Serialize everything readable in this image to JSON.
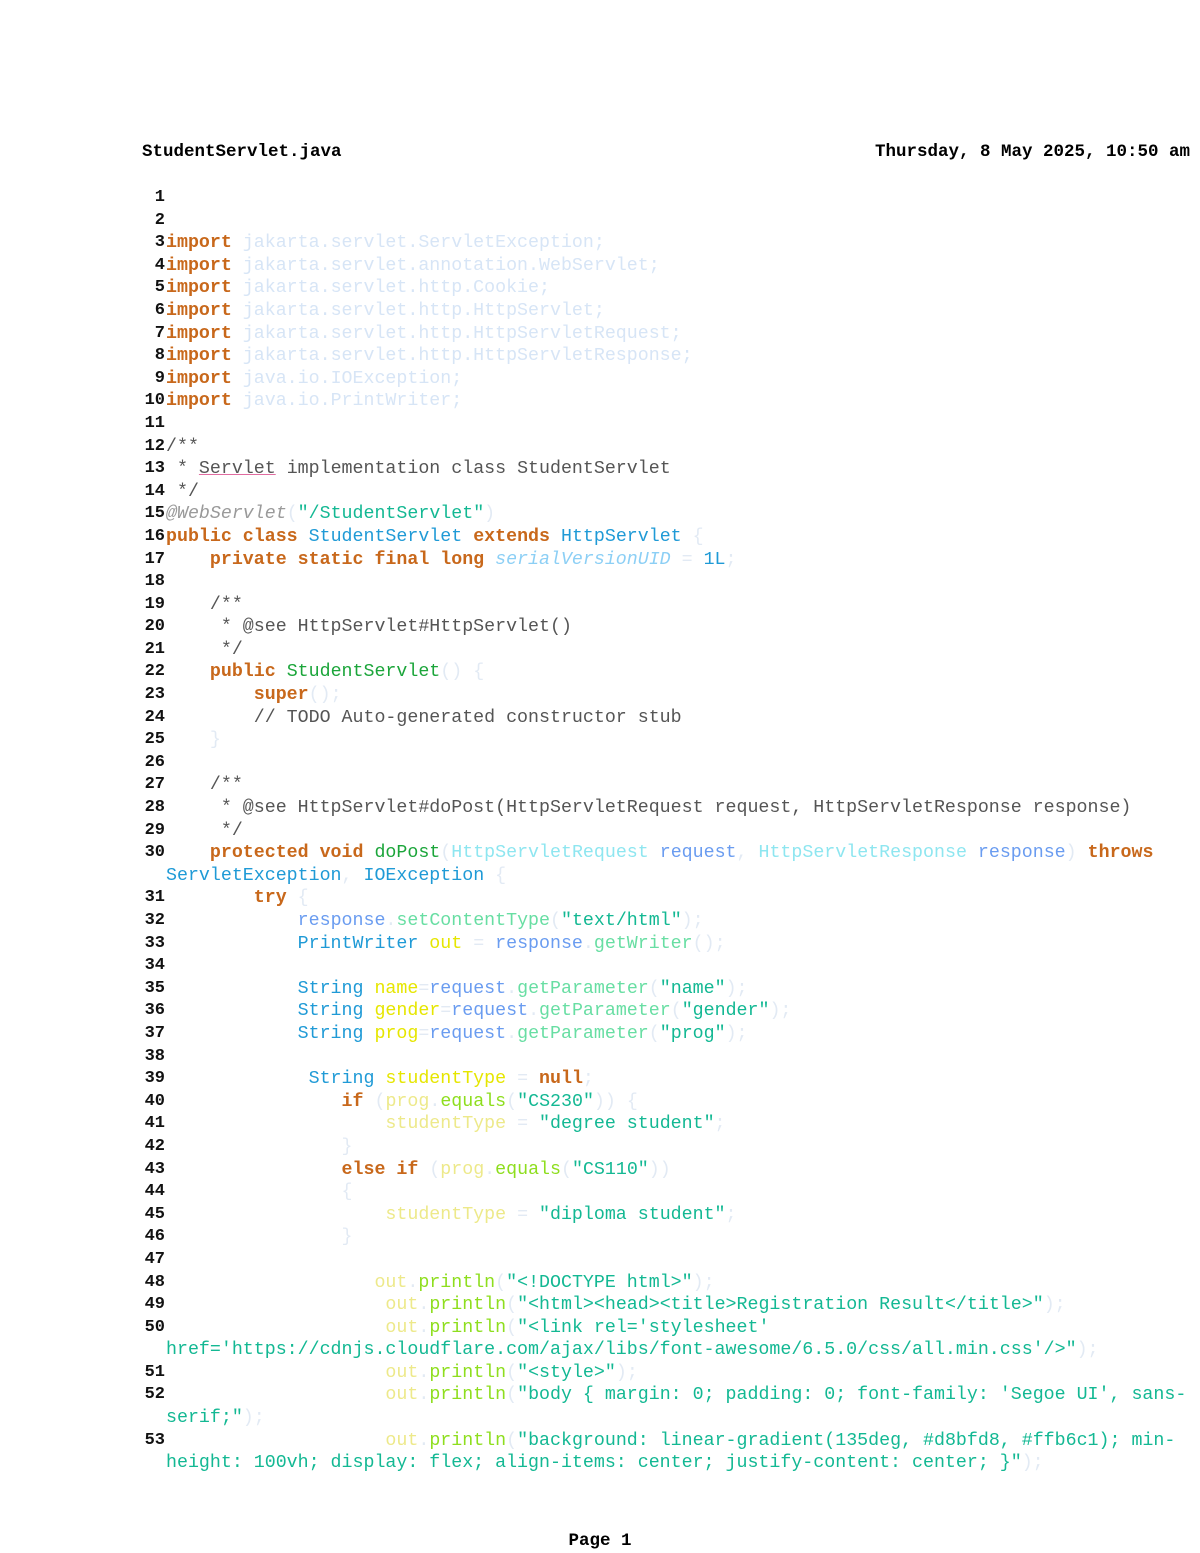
{
  "header": {
    "filename": "StudentServlet.java",
    "datetime": "Thursday, 8 May 2025, 10:50 am"
  },
  "footer": {
    "page": "Page 1"
  },
  "colors": {
    "keyword": "#c8681b",
    "type": "#1f9ad6",
    "string": "#13b893",
    "comment": "#555555"
  },
  "lines": [
    {
      "n": "1",
      "t": []
    },
    {
      "n": "2",
      "t": []
    },
    {
      "n": "3",
      "t": [
        [
          "import",
          "kw"
        ],
        [
          " jakarta.servlet.ServletException;",
          "imp"
        ]
      ]
    },
    {
      "n": "4",
      "t": [
        [
          "import",
          "kw"
        ],
        [
          " jakarta.servlet.annotation.WebServlet;",
          "imp"
        ]
      ]
    },
    {
      "n": "5",
      "t": [
        [
          "import",
          "kw"
        ],
        [
          " jakarta.servlet.http.Cookie;",
          "imp"
        ]
      ]
    },
    {
      "n": "6",
      "t": [
        [
          "import",
          "kw"
        ],
        [
          " jakarta.servlet.http.HttpServlet;",
          "imp"
        ]
      ]
    },
    {
      "n": "7",
      "t": [
        [
          "import",
          "kw"
        ],
        [
          " jakarta.servlet.http.HttpServletRequest;",
          "imp"
        ]
      ]
    },
    {
      "n": "8",
      "t": [
        [
          "import",
          "kw"
        ],
        [
          " jakarta.servlet.http.HttpServletResponse;",
          "imp"
        ]
      ]
    },
    {
      "n": "9",
      "t": [
        [
          "import",
          "kw"
        ],
        [
          " java.io.IOException;",
          "imp"
        ]
      ]
    },
    {
      "n": "10",
      "t": [
        [
          "import",
          "kw"
        ],
        [
          " java.io.PrintWriter;",
          "imp"
        ]
      ]
    },
    {
      "n": "11",
      "t": []
    },
    {
      "n": "12",
      "t": [
        [
          "/**",
          "cm"
        ]
      ]
    },
    {
      "n": "13",
      "t": [
        [
          " * ",
          "cm"
        ],
        [
          "Servlet",
          "cmu"
        ],
        [
          " implementation class StudentServlet",
          "cm"
        ]
      ]
    },
    {
      "n": "14",
      "t": [
        [
          " */",
          "cm"
        ]
      ]
    },
    {
      "n": "15",
      "t": [
        [
          "@WebServlet",
          "an"
        ],
        [
          "(",
          "p"
        ],
        [
          "\"/StudentServlet\"",
          "s"
        ],
        [
          ")",
          "p"
        ]
      ]
    },
    {
      "n": "16",
      "t": [
        [
          "public class ",
          "kw"
        ],
        [
          "StudentServlet",
          "ty"
        ],
        [
          " extends ",
          "kw"
        ],
        [
          "HttpServlet",
          "ty"
        ],
        [
          " {",
          "p"
        ]
      ]
    },
    {
      "n": "17",
      "t": [
        [
          "    private static final long ",
          "kw"
        ],
        [
          "serialVersionUID",
          "fi"
        ],
        [
          " = ",
          "p"
        ],
        [
          "1L",
          "nu"
        ],
        [
          ";",
          "p"
        ]
      ]
    },
    {
      "n": "18",
      "t": []
    },
    {
      "n": "19",
      "t": [
        [
          "    /**",
          "cm"
        ]
      ]
    },
    {
      "n": "20",
      "t": [
        [
          "     * @see HttpServlet#HttpServlet()",
          "cm"
        ]
      ]
    },
    {
      "n": "21",
      "t": [
        [
          "     */",
          "cm"
        ]
      ]
    },
    {
      "n": "22",
      "t": [
        [
          "    public ",
          "kw"
        ],
        [
          "StudentServlet",
          "gr"
        ],
        [
          "() {",
          "p"
        ]
      ]
    },
    {
      "n": "23",
      "t": [
        [
          "        super",
          "kw"
        ],
        [
          "();",
          "p"
        ]
      ]
    },
    {
      "n": "24",
      "t": [
        [
          "        // TODO Auto-generated constructor stub",
          "cm"
        ]
      ]
    },
    {
      "n": "25",
      "t": [
        [
          "    }",
          "p"
        ]
      ]
    },
    {
      "n": "26",
      "t": []
    },
    {
      "n": "27",
      "t": [
        [
          "    /**",
          "cm"
        ]
      ]
    },
    {
      "n": "28",
      "t": [
        [
          "     * @see HttpServlet#doPost(HttpServletRequest request, HttpServletResponse response)",
          "cm"
        ]
      ]
    },
    {
      "n": "29",
      "t": [
        [
          "     */",
          "cm"
        ]
      ]
    },
    {
      "n": "30",
      "t": [
        [
          "    protected void ",
          "kw"
        ],
        [
          "doPost",
          "gr"
        ],
        [
          "(",
          "p"
        ],
        [
          "HttpServletRequest",
          "pt"
        ],
        [
          " request",
          "pa"
        ],
        [
          ", ",
          "p"
        ],
        [
          "HttpServletResponse",
          "pt"
        ],
        [
          " response",
          "pa"
        ],
        [
          ") ",
          "p"
        ],
        [
          "throws",
          "kw"
        ],
        [
          "\n",
          "br"
        ],
        [
          "ServletException",
          "ty"
        ],
        [
          ", ",
          "p"
        ],
        [
          "IOException",
          "ty"
        ],
        [
          " {",
          "p"
        ]
      ]
    },
    {
      "n": "31",
      "t": [
        [
          "        try",
          "kw"
        ],
        [
          " {",
          "p"
        ]
      ]
    },
    {
      "n": "32",
      "t": [
        [
          "            ",
          "ws"
        ],
        [
          "response",
          "pa"
        ],
        [
          ".",
          "p"
        ],
        [
          "setContentType",
          "me"
        ],
        [
          "(",
          "p"
        ],
        [
          "\"text/html\"",
          "s"
        ],
        [
          ");",
          "p"
        ]
      ]
    },
    {
      "n": "33",
      "t": [
        [
          "            PrintWriter",
          "ty"
        ],
        [
          " out",
          "va"
        ],
        [
          " = ",
          "p"
        ],
        [
          "response",
          "pa"
        ],
        [
          ".",
          "p"
        ],
        [
          "getWriter",
          "me"
        ],
        [
          "();",
          "p"
        ]
      ]
    },
    {
      "n": "34",
      "t": []
    },
    {
      "n": "35",
      "t": [
        [
          "            String ",
          "ty"
        ],
        [
          "name",
          "va"
        ],
        [
          "=",
          "p"
        ],
        [
          "request",
          "pa"
        ],
        [
          ".",
          "p"
        ],
        [
          "getParameter",
          "me"
        ],
        [
          "(",
          "p"
        ],
        [
          "\"name\"",
          "s"
        ],
        [
          ");",
          "p"
        ]
      ]
    },
    {
      "n": "36",
      "t": [
        [
          "            String ",
          "ty"
        ],
        [
          "gender",
          "va"
        ],
        [
          "=",
          "p"
        ],
        [
          "request",
          "pa"
        ],
        [
          ".",
          "p"
        ],
        [
          "getParameter",
          "me"
        ],
        [
          "(",
          "p"
        ],
        [
          "\"gender\"",
          "s"
        ],
        [
          ");",
          "p"
        ]
      ]
    },
    {
      "n": "37",
      "t": [
        [
          "            String ",
          "ty"
        ],
        [
          "prog",
          "va"
        ],
        [
          "=",
          "p"
        ],
        [
          "request",
          "pa"
        ],
        [
          ".",
          "p"
        ],
        [
          "getParameter",
          "me"
        ],
        [
          "(",
          "p"
        ],
        [
          "\"prog\"",
          "s"
        ],
        [
          ");",
          "p"
        ]
      ]
    },
    {
      "n": "38",
      "t": []
    },
    {
      "n": "39",
      "t": [
        [
          "             String ",
          "ty"
        ],
        [
          "studentType",
          "va"
        ],
        [
          " = ",
          "p"
        ],
        [
          "null",
          "kw"
        ],
        [
          ";",
          "p"
        ]
      ]
    },
    {
      "n": "40",
      "t": [
        [
          "                if ",
          "kw"
        ],
        [
          "(",
          "p"
        ],
        [
          "prog",
          "vp"
        ],
        [
          ".",
          "p"
        ],
        [
          "equals",
          "me2"
        ],
        [
          "(",
          "p"
        ],
        [
          "\"CS230\"",
          "s"
        ],
        [
          ")) {",
          "p"
        ]
      ]
    },
    {
      "n": "41",
      "t": [
        [
          "                    studentType",
          "vp"
        ],
        [
          " = ",
          "p"
        ],
        [
          "\"degree student\"",
          "s"
        ],
        [
          ";",
          "p"
        ]
      ]
    },
    {
      "n": "42",
      "t": [
        [
          "                }",
          "p"
        ]
      ]
    },
    {
      "n": "43",
      "t": [
        [
          "                else if ",
          "kw"
        ],
        [
          "(",
          "p"
        ],
        [
          "prog",
          "vp"
        ],
        [
          ".",
          "p"
        ],
        [
          "equals",
          "me2"
        ],
        [
          "(",
          "p"
        ],
        [
          "\"CS110\"",
          "s"
        ],
        [
          "))",
          "p"
        ]
      ]
    },
    {
      "n": "44",
      "t": [
        [
          "                {",
          "p"
        ]
      ]
    },
    {
      "n": "45",
      "t": [
        [
          "                    studentType",
          "vp"
        ],
        [
          " = ",
          "p"
        ],
        [
          "\"diploma student\"",
          "s"
        ],
        [
          ";",
          "p"
        ]
      ]
    },
    {
      "n": "46",
      "t": [
        [
          "                }",
          "p"
        ]
      ]
    },
    {
      "n": "47",
      "t": []
    },
    {
      "n": "48",
      "t": [
        [
          "                   out",
          "vp"
        ],
        [
          ".",
          "p"
        ],
        [
          "println",
          "me2"
        ],
        [
          "(",
          "p"
        ],
        [
          "\"<!DOCTYPE html>\"",
          "s"
        ],
        [
          ");",
          "p"
        ]
      ]
    },
    {
      "n": "49",
      "t": [
        [
          "                    out",
          "vp"
        ],
        [
          ".",
          "p"
        ],
        [
          "println",
          "me2"
        ],
        [
          "(",
          "p"
        ],
        [
          "\"<html><head><title>Registration Result</title>\"",
          "s"
        ],
        [
          ");",
          "p"
        ]
      ]
    },
    {
      "n": "50",
      "t": [
        [
          "                    out",
          "vp"
        ],
        [
          ".",
          "p"
        ],
        [
          "println",
          "me2"
        ],
        [
          "(",
          "p"
        ],
        [
          "\"<link rel='stylesheet'",
          "s"
        ],
        [
          "\n",
          "br"
        ],
        [
          "href='https://cdnjs.cloudflare.com/ajax/libs/font-awesome/6.5.0/css/all.min.css'/>\"",
          "s"
        ],
        [
          ");",
          "p"
        ]
      ]
    },
    {
      "n": "51",
      "t": [
        [
          "                    out",
          "vp"
        ],
        [
          ".",
          "p"
        ],
        [
          "println",
          "me2"
        ],
        [
          "(",
          "p"
        ],
        [
          "\"<style>\"",
          "s"
        ],
        [
          ");",
          "p"
        ]
      ]
    },
    {
      "n": "52",
      "t": [
        [
          "                    out",
          "vp"
        ],
        [
          ".",
          "p"
        ],
        [
          "println",
          "me2"
        ],
        [
          "(",
          "p"
        ],
        [
          "\"body { margin: 0; padding: 0; font-family: 'Segoe UI', sans-",
          "s"
        ],
        [
          "\n",
          "br"
        ],
        [
          "serif;\"",
          "s"
        ],
        [
          ");",
          "p"
        ]
      ]
    },
    {
      "n": "53",
      "t": [
        [
          "                    out",
          "vp"
        ],
        [
          ".",
          "p"
        ],
        [
          "println",
          "me2"
        ],
        [
          "(",
          "p"
        ],
        [
          "\"background: linear-gradient(135deg, #d8bfd8, #ffb6c1); min-",
          "s"
        ],
        [
          "\n",
          "br"
        ],
        [
          "height: 100vh; display: flex; align-items: center; justify-content: center; }\"",
          "s"
        ],
        [
          ");",
          "p"
        ]
      ]
    }
  ]
}
